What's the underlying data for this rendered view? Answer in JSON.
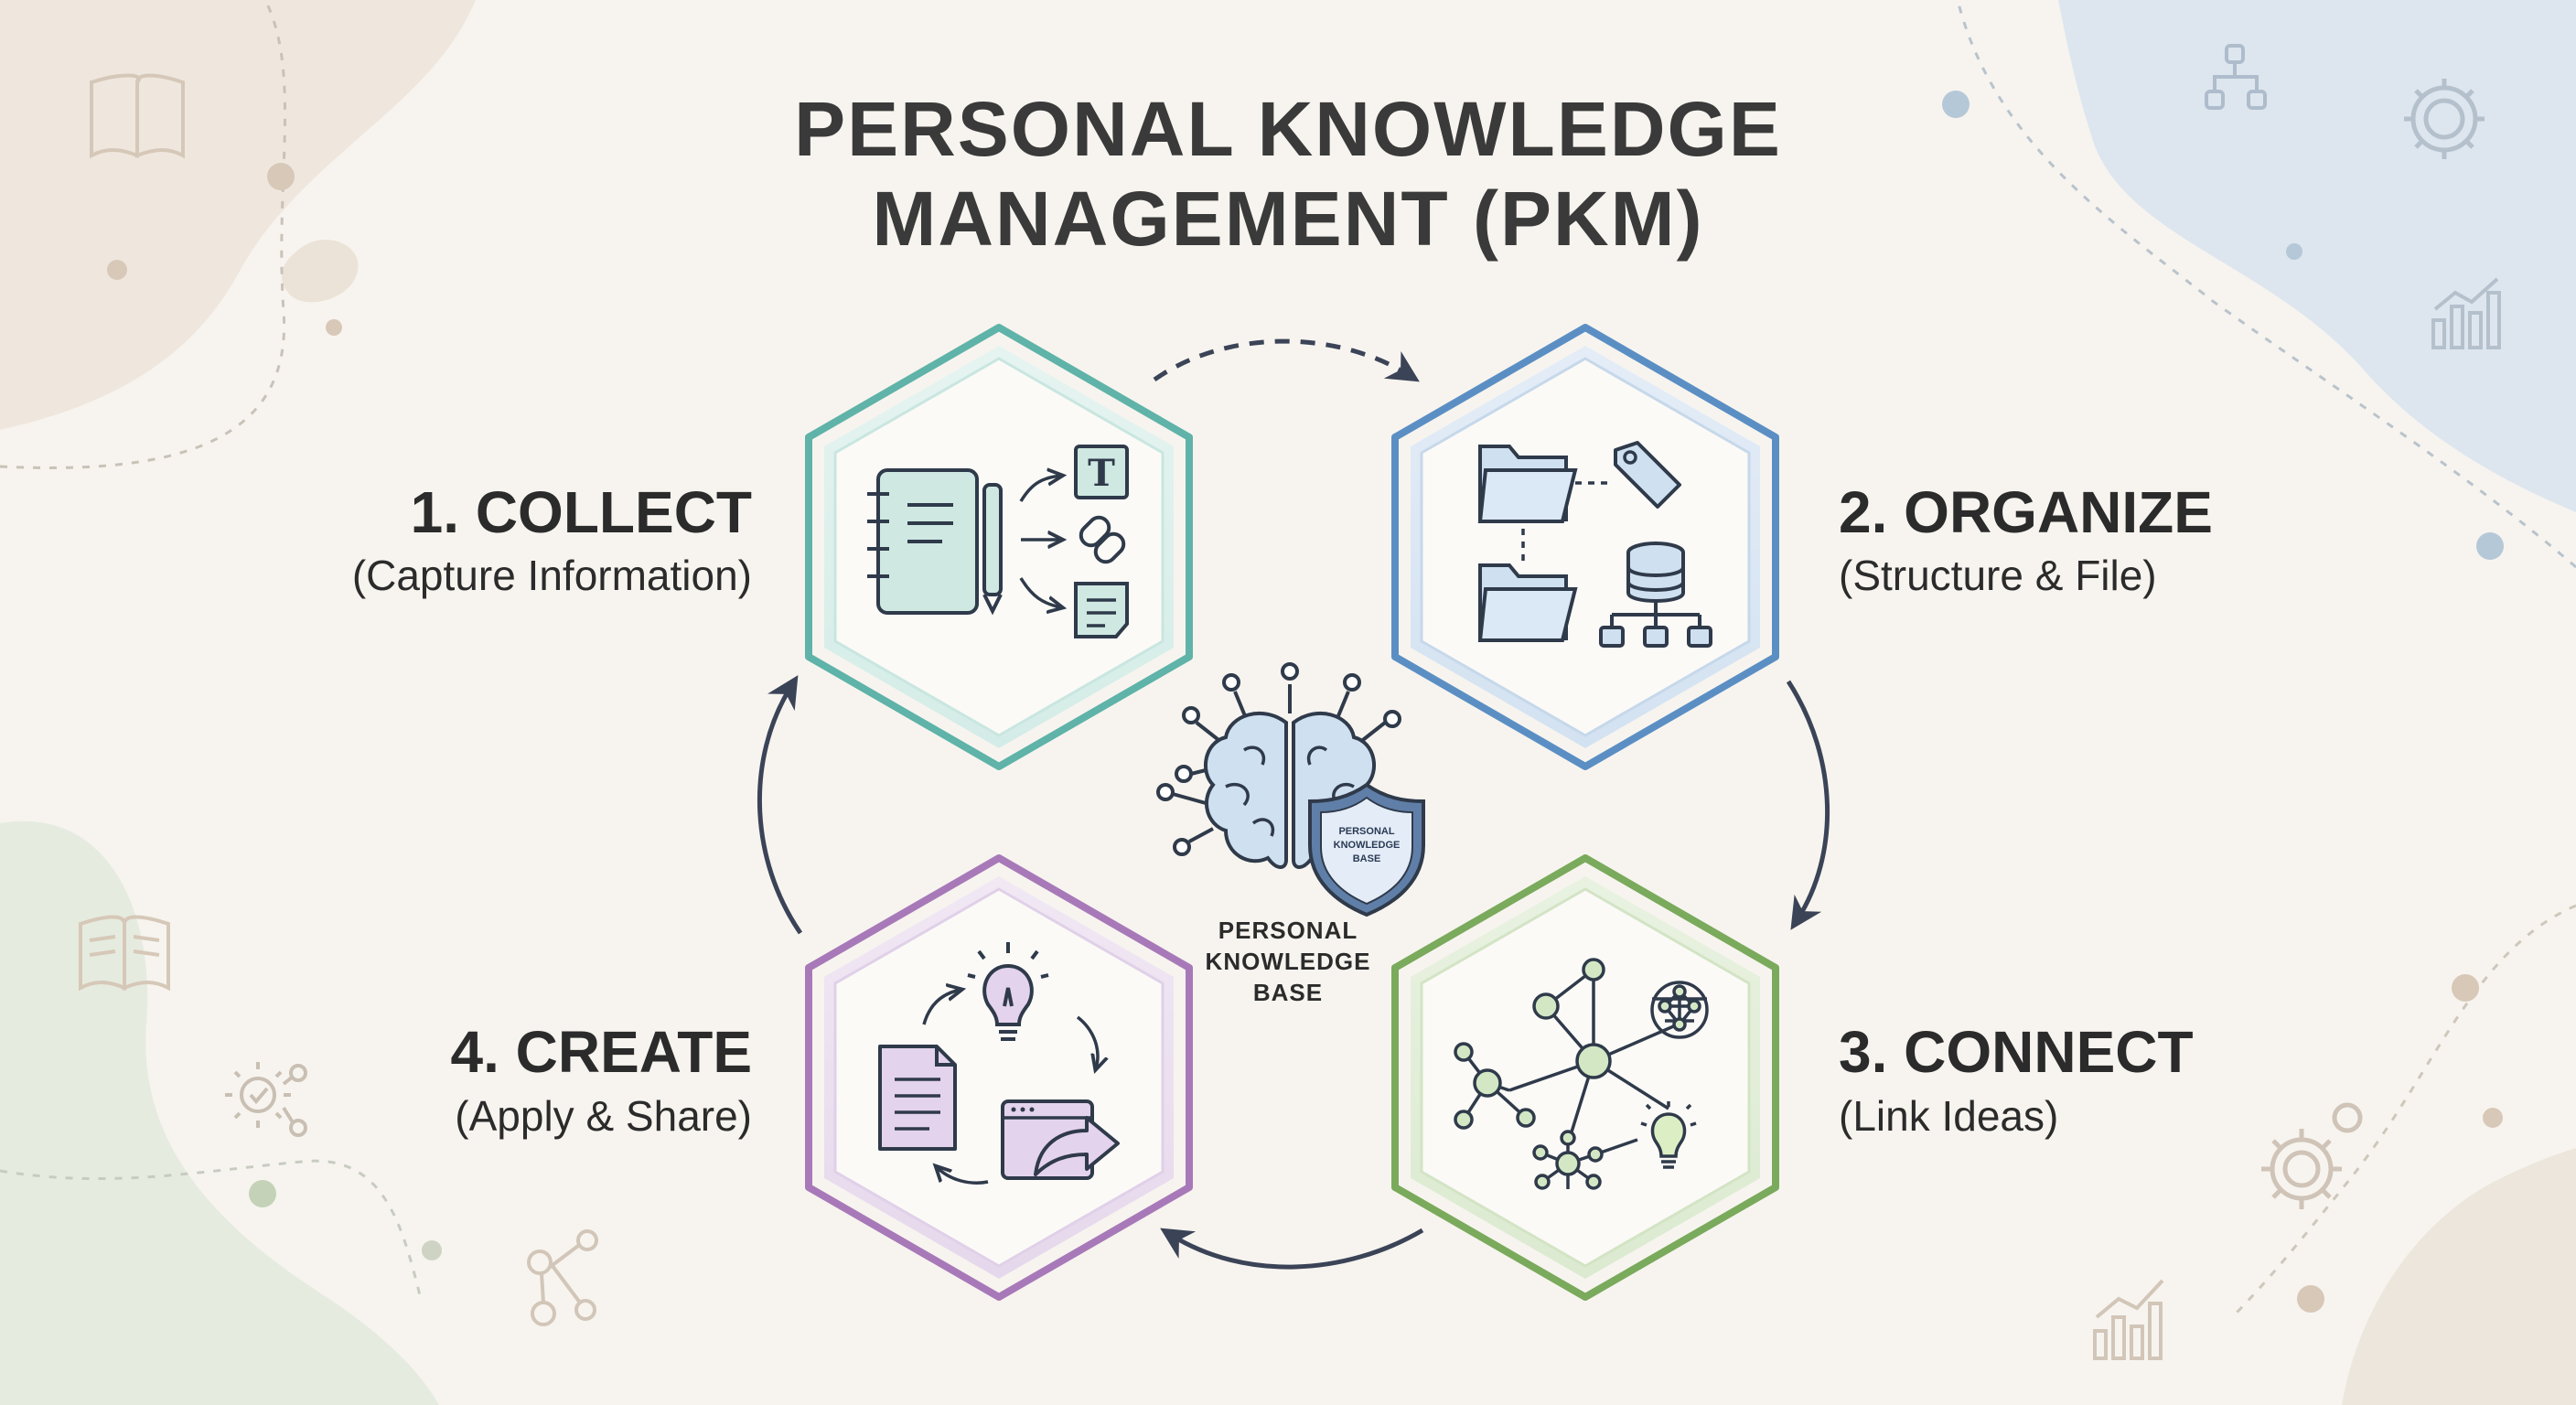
{
  "title": {
    "line1": "PERSONAL KNOWLEDGE",
    "line2": "MANAGEMENT (PKM)"
  },
  "steps": [
    {
      "id": "collect",
      "title": "1. COLLECT",
      "subtitle": "(Capture Information)",
      "color": "#5fb3a8"
    },
    {
      "id": "organize",
      "title": "2. ORGANIZE",
      "subtitle": "(Structure & File)",
      "color": "#5b8fc4"
    },
    {
      "id": "connect",
      "title": "3. CONNECT",
      "subtitle": "(Link Ideas)",
      "color": "#7aaa5c"
    },
    {
      "id": "create",
      "title": "4. CREATE",
      "subtitle": "(Apply & Share)",
      "color": "#a879b8"
    }
  ],
  "center": {
    "label_line1": "PERSONAL",
    "label_line2": "KNOWLEDGE",
    "label_line3": "BASE",
    "shield_line1": "PERSONAL",
    "shield_line2": "KNOWLEDGE",
    "shield_line3": "BASE"
  },
  "collect_icon": {
    "text_badge": "T"
  },
  "icons": [
    "notebook-icon",
    "pen-icon",
    "text-icon",
    "link-icon",
    "note-icon",
    "folder-icon",
    "tag-icon",
    "database-icon",
    "hierarchy-icon",
    "network-icon",
    "lightbulb-icon",
    "document-icon",
    "share-window-icon",
    "brain-icon",
    "shield-icon",
    "book-icon",
    "gear-icon",
    "chart-icon"
  ]
}
